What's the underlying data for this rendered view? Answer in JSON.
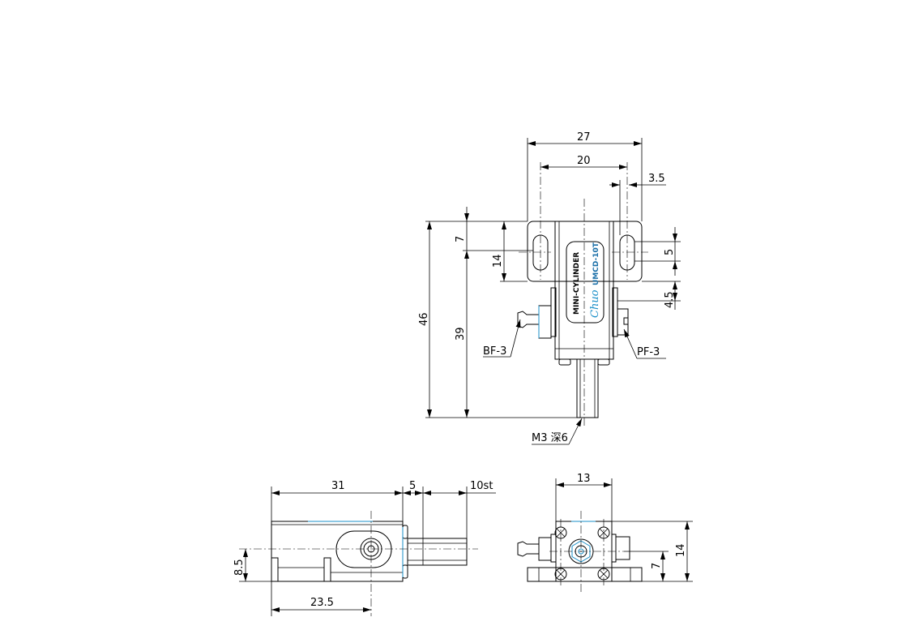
{
  "top_view": {
    "dims": {
      "width_27": "27",
      "width_20": "20",
      "slot_3_5": "3.5",
      "height_46": "46",
      "height_39": "39",
      "top_7": "7",
      "flange_14": "14",
      "slot_5": "5",
      "offset_4_5": "4.5"
    },
    "labels": {
      "bf": "BF-3",
      "pf": "PF-3",
      "rod_thread": "M3 深6"
    },
    "nameplate": {
      "title": "MINI-CYLINDER",
      "model": "UMCD-10T",
      "brand": "Chuo"
    }
  },
  "side_view": {
    "dims": {
      "length_31": "31",
      "rod_5": "5",
      "stroke": "10st",
      "height_8_5": "8.5",
      "length_23_5": "23.5"
    }
  },
  "end_view": {
    "dims": {
      "width_13": "13",
      "height_14": "14",
      "height_7": "7"
    }
  },
  "colors": {
    "line": "#000000",
    "accent": "#1a8fc8"
  }
}
